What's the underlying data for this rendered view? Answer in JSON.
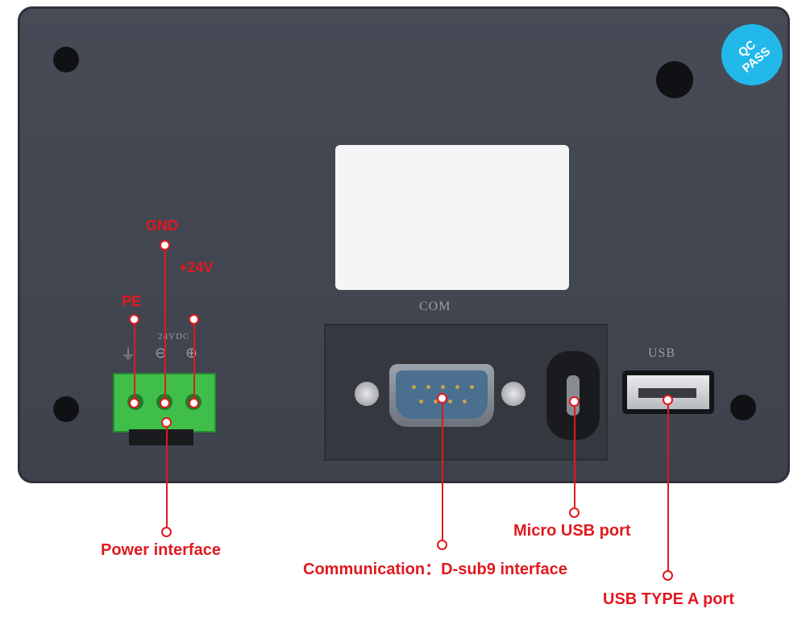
{
  "device": {
    "qc_badge": [
      "QC",
      "PASS"
    ],
    "silkscreen": {
      "com": "COM",
      "usb": "USB",
      "power": "24VDC"
    }
  },
  "callouts": {
    "gnd": "GND",
    "plus24v": "+24V",
    "pe": "PE",
    "power_interface": "Power interface",
    "communication": "Communication：D-sub9 interface",
    "micro_usb": "Micro USB port",
    "usb_type_a": "USB TYPE A port"
  },
  "colors": {
    "callout_red": "#e0191f",
    "panel": "#434751",
    "terminal_green": "#3fbf4a",
    "badge_blue": "#22b8ea"
  }
}
